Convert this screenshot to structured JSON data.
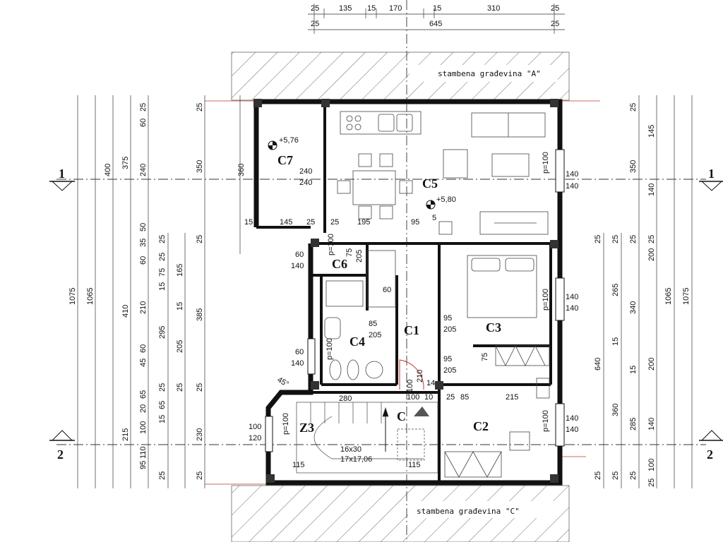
{
  "buildings": {
    "a": "stambena građevina \"A\"",
    "c": "stambena građevina \"C\""
  },
  "rooms": {
    "c1": "C1",
    "c2": "C2",
    "c3": "C3",
    "c4": "C4",
    "c5": "C5",
    "c6": "C6",
    "c7": "C7",
    "z3": "Z3",
    "c": "C"
  },
  "levels": {
    "c7": "+5,76",
    "c5": "+5,80"
  },
  "sections": {
    "s1": "1",
    "s2": "2"
  },
  "top_dims": {
    "row1": [
      "25",
      "135",
      "15",
      "170",
      "15",
      "310",
      "25"
    ],
    "row2": [
      "25",
      "645",
      "25"
    ]
  },
  "left_dims": {
    "total_a": "1075",
    "total_b": "1065",
    "col3": [
      "400",
      "410",
      "215"
    ],
    "col4": [
      "375",
      "95"
    ],
    "col5": [
      "25",
      "60",
      "240",
      "50",
      "35",
      "60",
      "210",
      "45",
      "60",
      "65",
      "20",
      "100",
      "110"
    ],
    "col6": [
      "25",
      "25",
      "75",
      "15",
      "295",
      "25",
      "65",
      "15",
      "25"
    ],
    "col7": [
      "165",
      "15",
      "205",
      "25"
    ],
    "col8": [
      "25",
      "350",
      "25",
      "385",
      "25",
      "230",
      "25"
    ]
  },
  "right_dims": {
    "total_a": "1075",
    "total_b": "1065",
    "col_outer": [
      "25",
      "350",
      "25",
      "640",
      "25"
    ],
    "col_mid": [
      "25",
      "265",
      "15",
      "360",
      "25"
    ],
    "col_in": [
      "25",
      "340",
      "15",
      "285",
      "25"
    ],
    "col_far": [
      "145",
      "140",
      "25",
      "200",
      "200",
      "140",
      "100",
      "25"
    ]
  },
  "windows": {
    "w1": [
      "p=100",
      "140",
      "140"
    ],
    "w2": [
      "p=100",
      "140",
      "140"
    ],
    "w3": [
      "p=100",
      "140",
      "140"
    ]
  },
  "interior_dims": {
    "c7_w": "360",
    "c7_a": "240",
    "c7_b": "240",
    "row_mid": [
      "15",
      "145",
      "25",
      "25",
      "195",
      "95",
      "5"
    ],
    "c6_a": "60",
    "c6_b": "140",
    "c6_c": "75",
    "c6_d": "205",
    "c6_e": "p=100",
    "c4_a": "60",
    "c4_b": "85",
    "c4_c": "205",
    "c4_d": "60",
    "c4_e": "140",
    "c4_f": "p=100",
    "c1_a": "95",
    "c1_b": "205",
    "c1_c": "75",
    "c1_d": "95",
    "c1_e": "205",
    "c1_f": "100",
    "c1_g": "210",
    "c1_h": "25",
    "c1_i": "85",
    "c1_j": "215",
    "c1_k": "100",
    "c1_l": "10",
    "c1_m": "14",
    "z3_a": "280",
    "z3_b": "100",
    "z3_c": "120",
    "z3_d": "p=100",
    "z3_e": "16x30",
    "z3_f": "17x17,06",
    "z3_g": "115",
    "z3_h": "115",
    "angle": "45°"
  }
}
